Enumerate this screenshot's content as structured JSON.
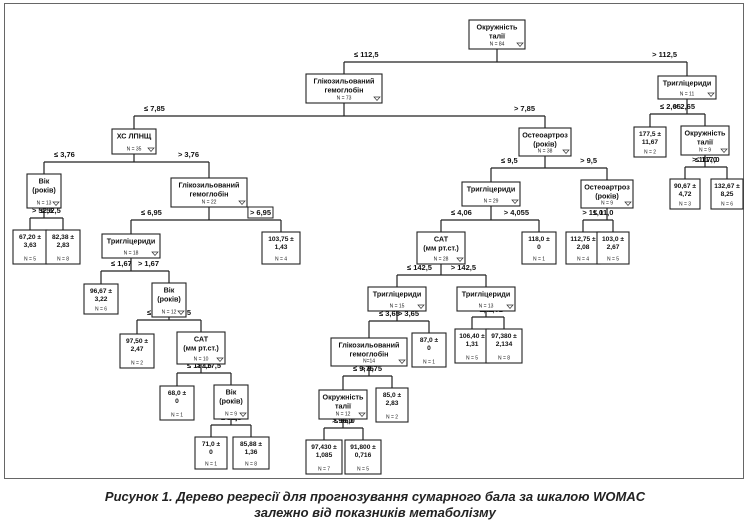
{
  "caption": {
    "line1": "Рисунок 1. Дерево регресії для прогнозування сумарного бала за шкалою WOMAC",
    "line2": "залежно від показників метаболізму"
  },
  "nodes": [
    {
      "id": "root",
      "label": [
        "Окружність",
        "талії"
      ],
      "n": "N = 84",
      "kind": "split"
    },
    {
      "id": "hba1c",
      "label": [
        "Глікозильований",
        "гемоглобін"
      ],
      "n": "N = 73",
      "kind": "split"
    },
    {
      "id": "tg_r",
      "label": [
        "Тригліцериди"
      ],
      "n": "N = 11",
      "kind": "split"
    },
    {
      "id": "ldl",
      "label": [
        "ХС ЛПНЩ"
      ],
      "n": "N = 35",
      "kind": "split"
    },
    {
      "id": "oa",
      "label": [
        "Остеоартроз",
        "(років)"
      ],
      "n": "N = 38",
      "kind": "split"
    },
    {
      "id": "leaf_tg_low",
      "label": [
        "177,5 ±",
        "11,67"
      ],
      "n": "N = 2",
      "kind": "leaf"
    },
    {
      "id": "waist2",
      "label": [
        "Окружність",
        "талії"
      ],
      "n": "N = 9",
      "kind": "split"
    },
    {
      "id": "age1",
      "label": [
        "Вік",
        "(років)"
      ],
      "n": "N = 13",
      "kind": "split"
    },
    {
      "id": "hba1c2",
      "label": [
        "Глікозильований",
        "гемоглобін"
      ],
      "n": "N = 22",
      "kind": "split"
    },
    {
      "id": "tg2",
      "label": [
        "Тригліцериди"
      ],
      "n": "N = 29",
      "kind": "split"
    },
    {
      "id": "oa2",
      "label": [
        "Остеоартроз",
        "(років)"
      ],
      "n": "N = 9",
      "kind": "split"
    },
    {
      "id": "leaf_w_low",
      "label": [
        "90,67 ±",
        "4,72"
      ],
      "n": "N = 3",
      "kind": "leaf"
    },
    {
      "id": "leaf_w_high",
      "label": [
        "132,67 ±",
        "8,25"
      ],
      "n": "N = 6",
      "kind": "leaf"
    },
    {
      "id": "leaf_age1_low",
      "label": [
        "67,20 ±",
        "3,63"
      ],
      "n": "N = 5",
      "kind": "leaf"
    },
    {
      "id": "leaf_age1_high",
      "label": [
        "82,38 ±",
        "2,83"
      ],
      "n": "N = 8",
      "kind": "leaf"
    },
    {
      "id": "tg3",
      "label": [
        "Тригліцериди"
      ],
      "n": "N = 18",
      "kind": "split"
    },
    {
      "id": "leaf_hb2_high",
      "label": [
        "103,75 ±",
        "1,43"
      ],
      "n": "N = 4",
      "kind": "leaf"
    },
    {
      "id": "sbp",
      "label": [
        "САТ",
        "(мм рт.ст.)"
      ],
      "n": "N = 28",
      "kind": "split"
    },
    {
      "id": "leaf_tg2_high",
      "label": [
        "118,0 ±",
        "0"
      ],
      "n": "N = 1",
      "kind": "leaf"
    },
    {
      "id": "leaf_oa2_low",
      "label": [
        "112,75 ±",
        "2,08"
      ],
      "n": "N = 4",
      "kind": "leaf"
    },
    {
      "id": "leaf_oa2_high",
      "label": [
        "103,0 ±",
        "2,67"
      ],
      "n": "N = 5",
      "kind": "leaf"
    },
    {
      "id": "leaf_tg3_low",
      "label": [
        "96,67 ±",
        "3,22"
      ],
      "n": "N = 6",
      "kind": "leaf"
    },
    {
      "id": "age2",
      "label": [
        "Вік",
        "(років)"
      ],
      "n": "N = 12",
      "kind": "split"
    },
    {
      "id": "tg4",
      "label": [
        "Тригліцериди"
      ],
      "n": "N = 15",
      "kind": "split"
    },
    {
      "id": "tg5",
      "label": [
        "Тригліцериди"
      ],
      "n": "N = 13",
      "kind": "split"
    },
    {
      "id": "leaf_age2_low",
      "label": [
        "97,50 ±",
        "2,47"
      ],
      "n": "N = 2",
      "kind": "leaf"
    },
    {
      "id": "sbp2",
      "label": [
        "САТ",
        "(мм рт.ст.)"
      ],
      "n": "N = 10",
      "kind": "split"
    },
    {
      "id": "hba1c3",
      "label": [
        "Глікозильований",
        "гемоглобін"
      ],
      "n": "N=14",
      "kind": "split"
    },
    {
      "id": "leaf_tg4_high",
      "label": [
        "87,0 ±",
        "0"
      ],
      "n": "N = 1",
      "kind": "leaf"
    },
    {
      "id": "leaf_tg5_low",
      "label": [
        "106,40 ±",
        "1,31"
      ],
      "n": "N = 5",
      "kind": "leaf"
    },
    {
      "id": "leaf_tg5_high",
      "label": [
        "97,380 ±",
        "2,134"
      ],
      "n": "N = 8",
      "kind": "leaf"
    },
    {
      "id": "leaf_sbp2_low",
      "label": [
        "68,0 ±",
        "0"
      ],
      "n": "N = 1",
      "kind": "leaf"
    },
    {
      "id": "age3",
      "label": [
        "Вік",
        "(років)"
      ],
      "n": "N = 9",
      "kind": "split"
    },
    {
      "id": "waist3",
      "label": [
        "Окружність",
        "талії"
      ],
      "n": "N = 12",
      "kind": "split"
    },
    {
      "id": "leaf_hb3_high",
      "label": [
        "85,0 ±",
        "2,83"
      ],
      "n": "N = 2",
      "kind": "leaf"
    },
    {
      "id": "leaf_age3_low",
      "label": [
        "71,0 ±",
        "0"
      ],
      "n": "N = 1",
      "kind": "leaf"
    },
    {
      "id": "leaf_age3_high",
      "label": [
        "85,88 ±",
        "1,36"
      ],
      "n": "N = 8",
      "kind": "leaf"
    },
    {
      "id": "leaf_w3_low",
      "label": [
        "97,430 ±",
        "1,085"
      ],
      "n": "N = 7",
      "kind": "leaf"
    },
    {
      "id": "leaf_w3_high",
      "label": [
        "91,800 ±",
        "0,716"
      ],
      "n": "N = 5",
      "kind": "leaf"
    }
  ],
  "edges": [
    {
      "from": "root",
      "to": "hba1c",
      "label": "≤ 112,5"
    },
    {
      "from": "root",
      "to": "tg_r",
      "label": "> 112,5"
    },
    {
      "from": "hba1c",
      "to": "ldl",
      "label": "≤ 7,85"
    },
    {
      "from": "hba1c",
      "to": "oa",
      "label": "> 7,85"
    },
    {
      "from": "tg_r",
      "to": "leaf_tg_low",
      "label": "≤ 2,65"
    },
    {
      "from": "tg_r",
      "to": "waist2",
      "label": "> 2,65"
    },
    {
      "from": "ldl",
      "to": "age1",
      "label": "≤ 3,76"
    },
    {
      "from": "ldl",
      "to": "hba1c2",
      "label": "> 3,76"
    },
    {
      "from": "oa",
      "to": "tg2",
      "label": "≤ 9,5"
    },
    {
      "from": "oa",
      "to": "oa2",
      "label": "> 9,5"
    },
    {
      "from": "waist2",
      "to": "leaf_w_low",
      "label": "≤ 117,0"
    },
    {
      "from": "waist2",
      "to": "leaf_w_high",
      "label": "> 117,0"
    },
    {
      "from": "age1",
      "to": "leaf_age1_low",
      "label": "≤ 52,5"
    },
    {
      "from": "age1",
      "to": "leaf_age1_high",
      "label": "> 52,5"
    },
    {
      "from": "hba1c2",
      "to": "tg3",
      "label": "≤ 6,95"
    },
    {
      "from": "hba1c2",
      "to": "leaf_hb2_high",
      "label": "> 6,95",
      "boxed": true
    },
    {
      "from": "tg2",
      "to": "sbp",
      "label": "≤ 4,06"
    },
    {
      "from": "tg2",
      "to": "leaf_tg2_high",
      "label": "> 4,055"
    },
    {
      "from": "oa2",
      "to": "leaf_oa2_low",
      "label": "≤ 11,0"
    },
    {
      "from": "oa2",
      "to": "leaf_oa2_high",
      "label": "> 11,0"
    },
    {
      "from": "tg3",
      "to": "leaf_tg3_low",
      "label": "≤ 1,67"
    },
    {
      "from": "tg3",
      "to": "age2",
      "label": "> 1,67"
    },
    {
      "from": "sbp",
      "to": "tg4",
      "label": "≤ 142,5"
    },
    {
      "from": "sbp",
      "to": "tg5",
      "label": "> 142,5"
    },
    {
      "from": "age2",
      "to": "leaf_age2_low",
      "label": "≤ 50,5"
    },
    {
      "from": "age2",
      "to": "sbp2",
      "label": "> 50,5"
    },
    {
      "from": "tg4",
      "to": "hba1c3",
      "label": "≤ 3,65"
    },
    {
      "from": "tg4",
      "to": "leaf_tg4_high",
      "label": "> 3,65"
    },
    {
      "from": "tg5",
      "to": "leaf_tg5_low",
      "label": "≤ 1,61"
    },
    {
      "from": "tg5",
      "to": "leaf_tg5_high",
      "label": "> 1,61"
    },
    {
      "from": "sbp2",
      "to": "leaf_sbp2_low",
      "label": "≤ 117,5"
    },
    {
      "from": "sbp2",
      "to": "age3",
      "label": "> 117,5"
    },
    {
      "from": "hba1c3",
      "to": "waist3",
      "label": "≤ 9,75"
    },
    {
      "from": "hba1c3",
      "to": "leaf_hb3_high",
      "label": "> 9,75"
    },
    {
      "from": "age3",
      "to": "leaf_age3_low",
      "label": "≤ 51,5"
    },
    {
      "from": "age3",
      "to": "leaf_age3_high",
      "label": "> 51,5"
    },
    {
      "from": "waist3",
      "to": "leaf_w3_low",
      "label": "≤ 96,0"
    },
    {
      "from": "waist3",
      "to": "leaf_w3_high",
      "label": "> 96,0"
    }
  ]
}
